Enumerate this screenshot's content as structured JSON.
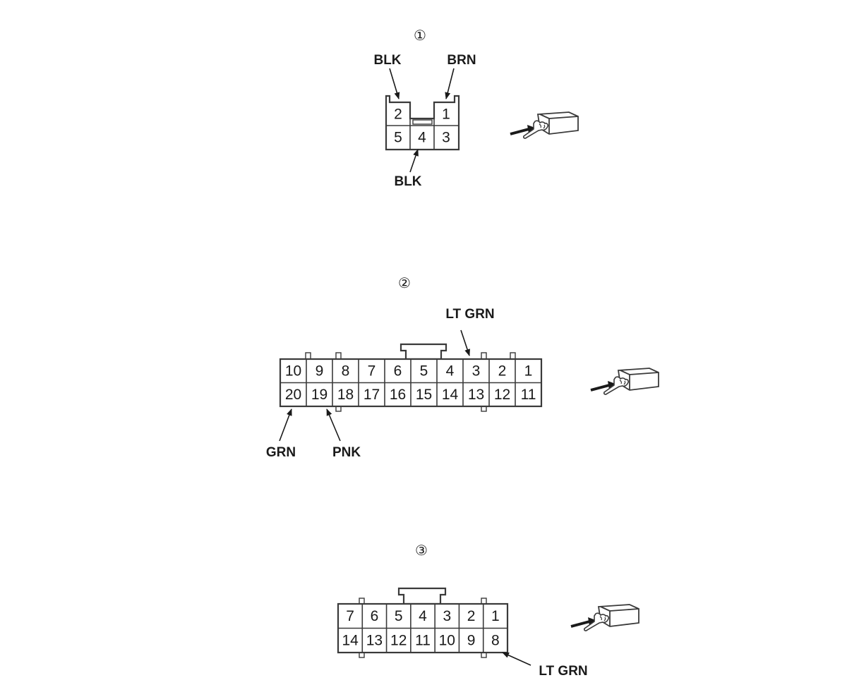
{
  "connectors": [
    {
      "id": "c1",
      "marker": "①",
      "top_row": [
        "2",
        "",
        "1"
      ],
      "bottom_row": [
        "5",
        "4",
        "3"
      ],
      "wires": [
        {
          "label": "BLK",
          "pin": "2"
        },
        {
          "label": "BRN",
          "pin": "1"
        },
        {
          "label": "BLK",
          "pin": "4"
        }
      ]
    },
    {
      "id": "c2",
      "marker": "②",
      "top_row": [
        "10",
        "9",
        "8",
        "7",
        "6",
        "5",
        "4",
        "3",
        "2",
        "1"
      ],
      "bottom_row": [
        "20",
        "19",
        "18",
        "17",
        "16",
        "15",
        "14",
        "13",
        "12",
        "11"
      ],
      "wires": [
        {
          "label": "LT GRN",
          "pin": "3"
        },
        {
          "label": "GRN",
          "pin": "20"
        },
        {
          "label": "PNK",
          "pin": "19"
        }
      ]
    },
    {
      "id": "c3",
      "marker": "③",
      "top_row": [
        "7",
        "6",
        "5",
        "4",
        "3",
        "2",
        "1"
      ],
      "bottom_row": [
        "14",
        "13",
        "12",
        "11",
        "10",
        "9",
        "8"
      ],
      "wires": [
        {
          "label": "LT GRN",
          "pin": "8"
        }
      ]
    }
  ],
  "icons": [
    "terminal-side-view-icon",
    "terminal-side-view-icon",
    "terminal-side-view-icon"
  ]
}
